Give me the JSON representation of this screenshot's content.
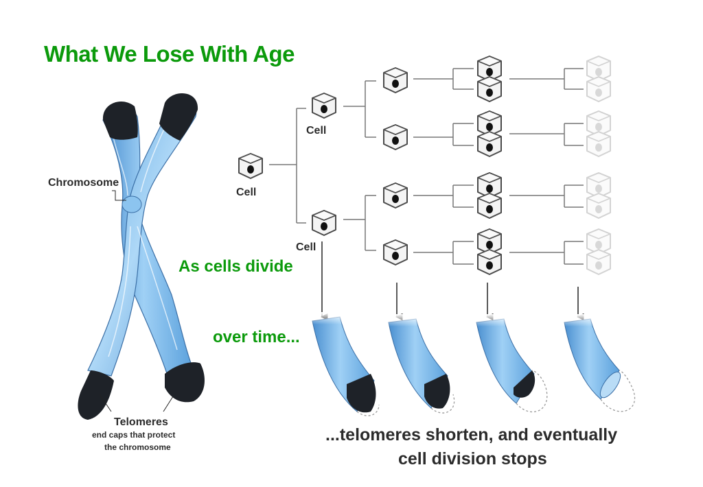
{
  "title": "What We Lose With Age",
  "labels": {
    "chromosome": "Chromosome",
    "telomeres": "Telomeres",
    "telomeres_desc_1": "end caps that protect",
    "telomeres_desc_2": "the chromosome",
    "cell": "Cell",
    "as_cells_divide": "As cells divide",
    "over_time": "over time...",
    "conclusion_1": "...telomeres shorten, and eventually",
    "conclusion_2": "cell division stops"
  },
  "colors": {
    "title_green": "#0b9a0b",
    "chromosome_blue": "#8cc4ef",
    "chromosome_blue_dark": "#4a8fd0",
    "telomere_black": "#1e2228",
    "cell_outline": "#555555"
  },
  "icons": [
    "cell-icon",
    "down-arrow-icon"
  ]
}
